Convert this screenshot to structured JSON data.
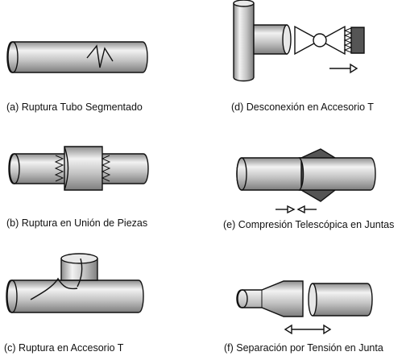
{
  "figure": {
    "panels": [
      {
        "id": "a",
        "caption": "(a) Ruptura Tubo Segmentado"
      },
      {
        "id": "b",
        "caption": "(b) Ruptura en Unión de Piezas"
      },
      {
        "id": "c",
        "caption": "(c)  Ruptura en Accesorio T"
      },
      {
        "id": "d",
        "caption": "(d) Desconexión en Accesorio T"
      },
      {
        "id": "e",
        "caption": "(e) Compresión Telescópica en Juntas"
      },
      {
        "id": "f",
        "caption": "(f) Separación por Tensión en Junta"
      }
    ]
  },
  "colors": {
    "pipe_light": "#f0f0f0",
    "pipe_mid": "#c4c4c4",
    "pipe_dark": "#8a8a8a",
    "stroke": "#111111",
    "accent_dark": "#555555"
  }
}
